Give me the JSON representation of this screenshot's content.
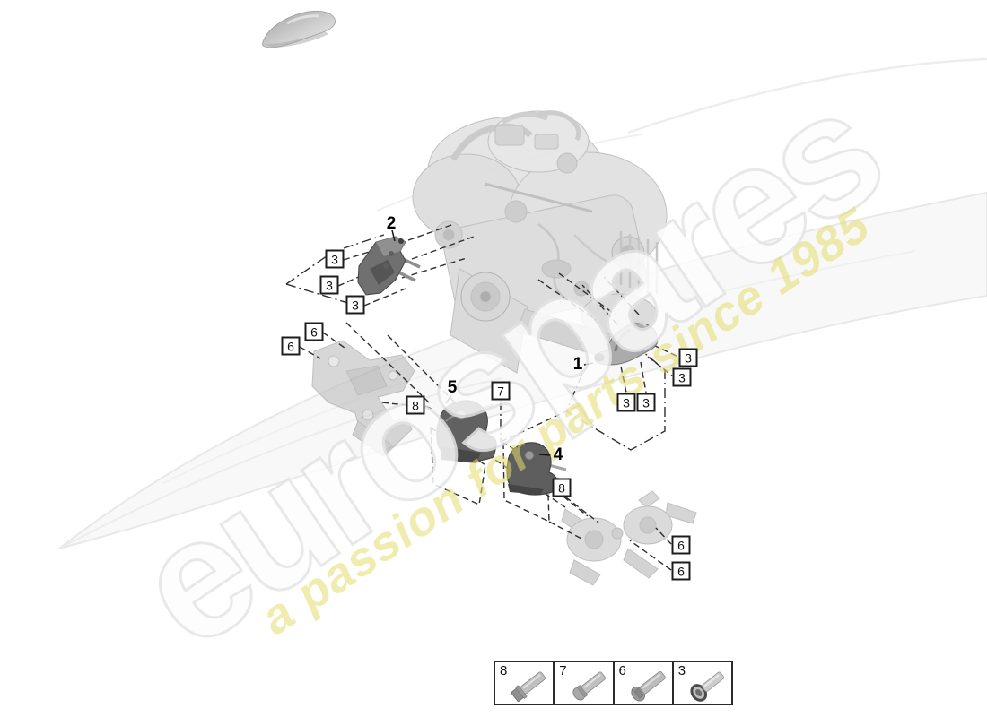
{
  "watermark": {
    "brand": "eurospares",
    "tagline": "a passion for parts since 1985",
    "brand_fill": "#fdfdfd",
    "brand_outline": "#e4e4e4",
    "tagline_color": "#e5dd6e"
  },
  "diagram": {
    "description_parts": [
      "engine",
      "engine-lifting-brackets",
      "engine-mounts",
      "crossmember",
      "rear-subframe"
    ],
    "part_labels": [
      {
        "id": "2"
      },
      {
        "id": "1"
      },
      {
        "id": "5"
      },
      {
        "id": "4"
      }
    ],
    "callouts": [
      {
        "ref": "3"
      },
      {
        "ref": "3"
      },
      {
        "ref": "3"
      },
      {
        "ref": "3"
      },
      {
        "ref": "3"
      },
      {
        "ref": "3"
      },
      {
        "ref": "3"
      },
      {
        "ref": "6"
      },
      {
        "ref": "6"
      },
      {
        "ref": "6"
      },
      {
        "ref": "6"
      },
      {
        "ref": "7"
      },
      {
        "ref": "8"
      },
      {
        "ref": "8"
      }
    ],
    "line_color": "#2e2e2e",
    "part_dark_color": "#616161",
    "part_light_color": "#c2c2c2",
    "engine_color": "#e0e0e0"
  },
  "legend": {
    "items": [
      {
        "ref": "8",
        "icon": "hex-bolt"
      },
      {
        "ref": "7",
        "icon": "flange-bolt"
      },
      {
        "ref": "6",
        "icon": "hex-flange-bolt"
      },
      {
        "ref": "3",
        "icon": "bolt-with-washer"
      }
    ]
  }
}
